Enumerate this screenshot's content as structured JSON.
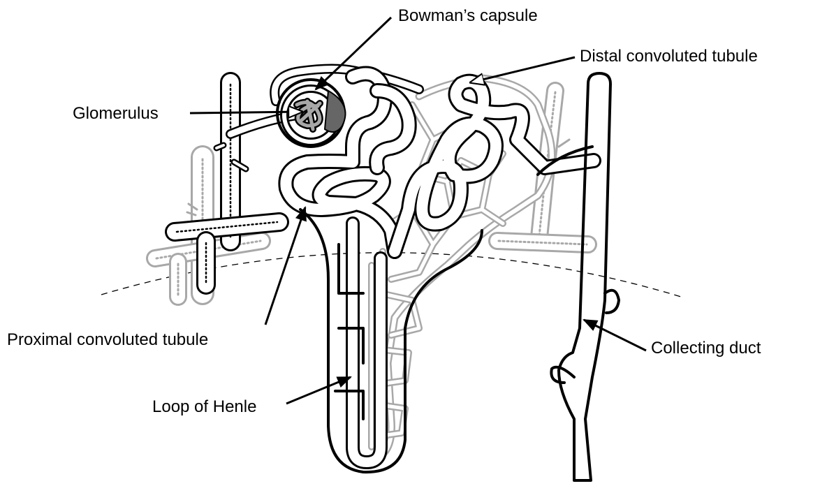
{
  "labels": {
    "bowmans_capsule": "Bowman’s capsule",
    "glomerulus": "Glomerulus",
    "distal_convoluted_tubule": "Distal convoluted tubule",
    "proximal_convoluted_tubule": "Proximal convoluted tubule",
    "loop_of_henle": "Loop of Henle",
    "collecting_duct": "Collecting duct"
  },
  "colors": {
    "outline": "#000000",
    "blood_vessel": "#a8a8a8",
    "background": "#ffffff"
  }
}
